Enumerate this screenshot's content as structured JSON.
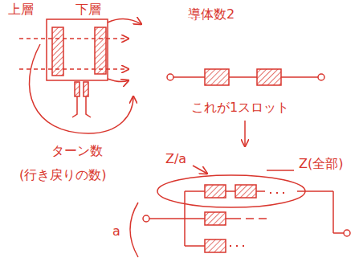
{
  "diagram": {
    "labels": [
      "上層",
      "下層",
      "導体数2",
      "これが1スロット",
      "ターン数",
      "(行き戻りの数)",
      "Z/a",
      "Z(全部)",
      "a"
    ]
  }
}
